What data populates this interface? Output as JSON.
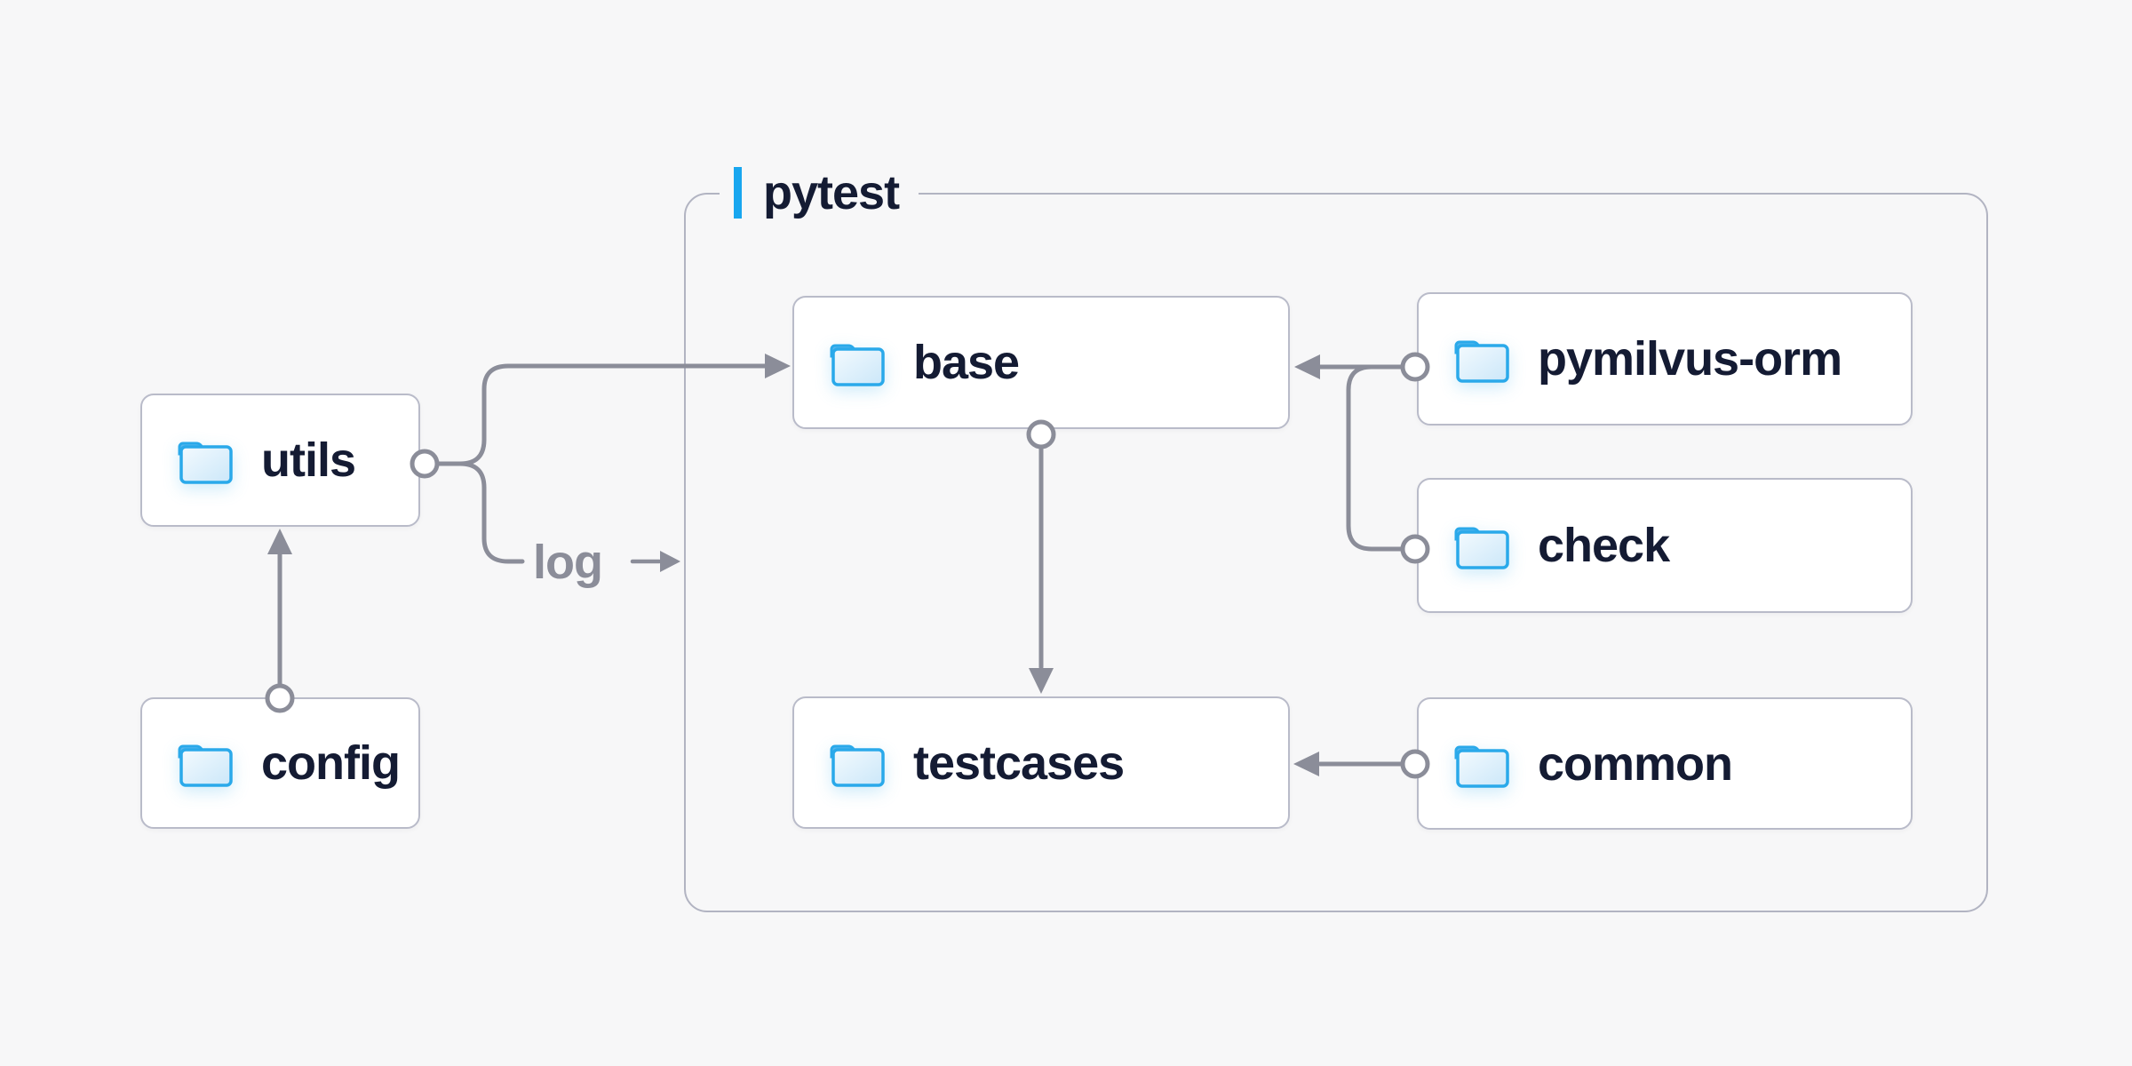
{
  "diagram": {
    "container": {
      "label": "pytest"
    },
    "nodes": [
      {
        "id": "utils",
        "label": "utils",
        "icon": "folder-icon"
      },
      {
        "id": "config",
        "label": "config",
        "icon": "folder-icon"
      },
      {
        "id": "base",
        "label": "base",
        "icon": "folder-icon"
      },
      {
        "id": "pymilvus-orm",
        "label": "pymilvus-orm",
        "icon": "folder-icon"
      },
      {
        "id": "check",
        "label": "check",
        "icon": "folder-icon"
      },
      {
        "id": "testcases",
        "label": "testcases",
        "icon": "folder-icon"
      },
      {
        "id": "common",
        "label": "common",
        "icon": "folder-icon"
      }
    ],
    "edges": [
      {
        "from": "config",
        "to": "utils"
      },
      {
        "from": "utils",
        "to": "base"
      },
      {
        "from": "utils",
        "to": "pytest",
        "label": "log"
      },
      {
        "from": "base",
        "to": "testcases"
      },
      {
        "from": "pymilvus-orm",
        "to": "base"
      },
      {
        "from": "check",
        "to": "base"
      },
      {
        "from": "common",
        "to": "testcases"
      }
    ],
    "colors": {
      "accent_blue": "#18a6ef",
      "folder_blue": "#2aa9ea",
      "line_gray": "#8b8d99",
      "node_border": "#b9bbc9",
      "container_border": "#b2b4c2",
      "text": "#141b33",
      "node_background": "#ffffff",
      "background": "#f7f7f8"
    }
  }
}
